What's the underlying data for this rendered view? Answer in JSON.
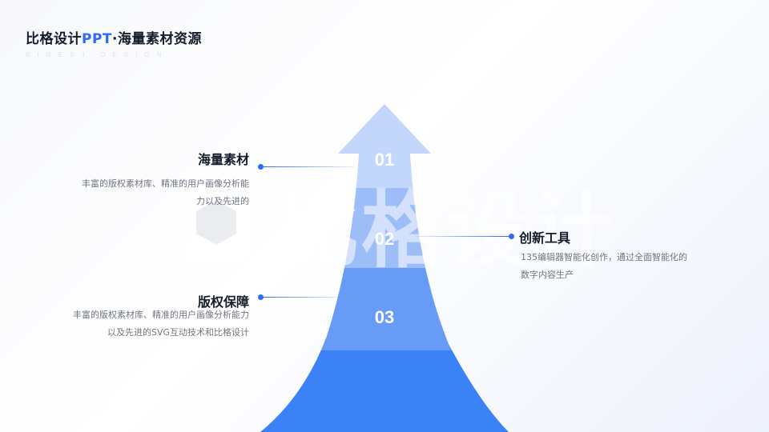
{
  "header": {
    "title_prefix": "比格设计",
    "title_highlight": "PPT",
    "title_suffix": "·海量素材资源",
    "subtitle": "BIGESJ DESIGN"
  },
  "steps": [
    {
      "number": "01",
      "title": "海量素材",
      "desc": "丰富的版权素材库、精准的用户画像分析能力以及先进的"
    },
    {
      "number": "02",
      "title": "创新工具",
      "desc": "135编辑器智能化创作，通过全面智能化的数字内容生产"
    },
    {
      "number": "03",
      "title": "版权保障",
      "desc": "丰富的版权素材库、精准的用户画像分析能力以及先进的SVG互动技术和比格设计"
    }
  ],
  "watermark": {
    "text": "比格设计"
  },
  "colors": {
    "accent": "#2f6bf2",
    "arrow_top": "#c3d6fb",
    "arrow_bottom": "#3b82f6"
  }
}
